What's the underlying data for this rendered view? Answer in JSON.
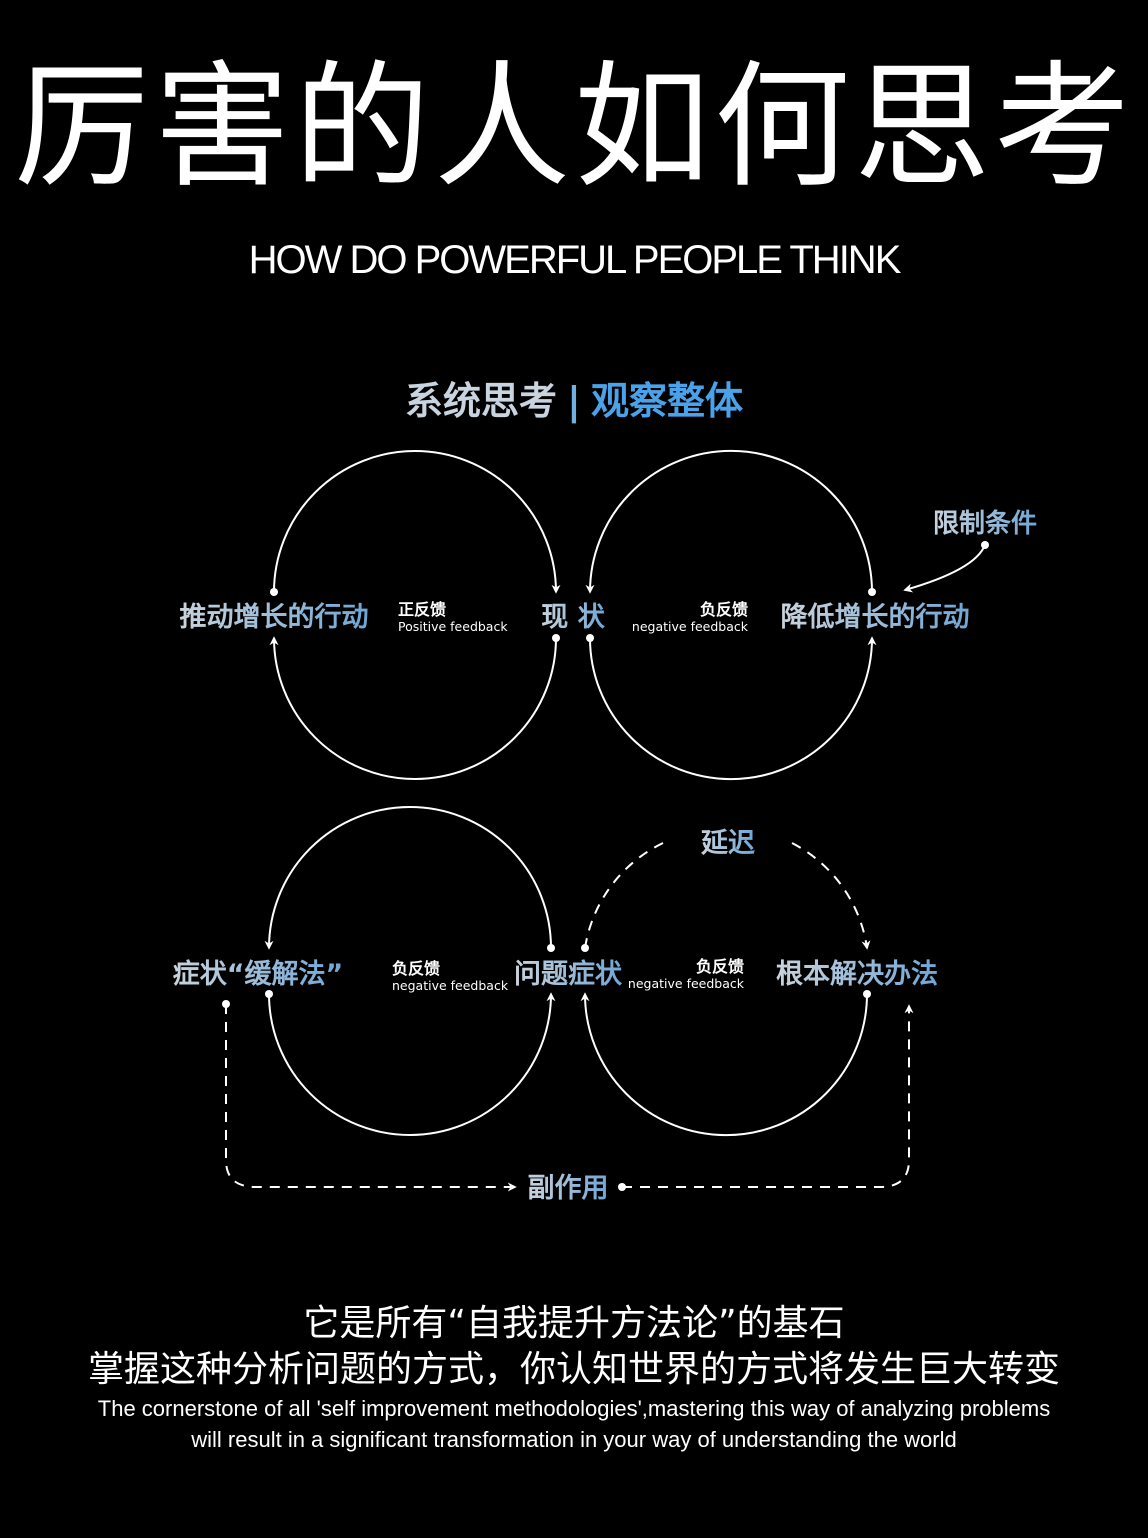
{
  "header": {
    "title": "厉害的人如何思考",
    "subtitle": "HOW DO POWERFUL PEOPLE THINK"
  },
  "section": {
    "title_left": "系统思考",
    "separator": "|",
    "title_right": "观察整体"
  },
  "diagram_top": {
    "left_node": "推动增长的行动",
    "center_node": "现 状",
    "right_node": "降低增长的行动",
    "constraint_label": "限制条件",
    "left_loop_cn": "正反馈",
    "left_loop_en": "Positive feedback",
    "right_loop_cn": "负反馈",
    "right_loop_en": "negative feedback"
  },
  "diagram_bottom": {
    "left_node": "症状“缓解法”",
    "center_node": "问题症状",
    "right_node": "根本解决办法",
    "delay_label": "延迟",
    "side_effect_label": "副作用",
    "left_loop_cn": "负反馈",
    "left_loop_en": "negative feedback",
    "right_loop_cn": "负反馈",
    "right_loop_en": "negative feedback"
  },
  "footer": {
    "line1": "它是所有“自我提升方法论”的基石",
    "line2": "掌握这种分析问题的方式，你认知世界的方式将发生巨大转变",
    "en_line1": "The cornerstone of all 'self improvement methodologies',mastering this way of analyzing problems",
    "en_line2": "will result in a significant transformation in your way of understanding the world"
  },
  "colors": {
    "background": "#000000",
    "text": "#ffffff",
    "label_gray": "#c8d4e0",
    "accent_blue": "#4aa3ea"
  }
}
